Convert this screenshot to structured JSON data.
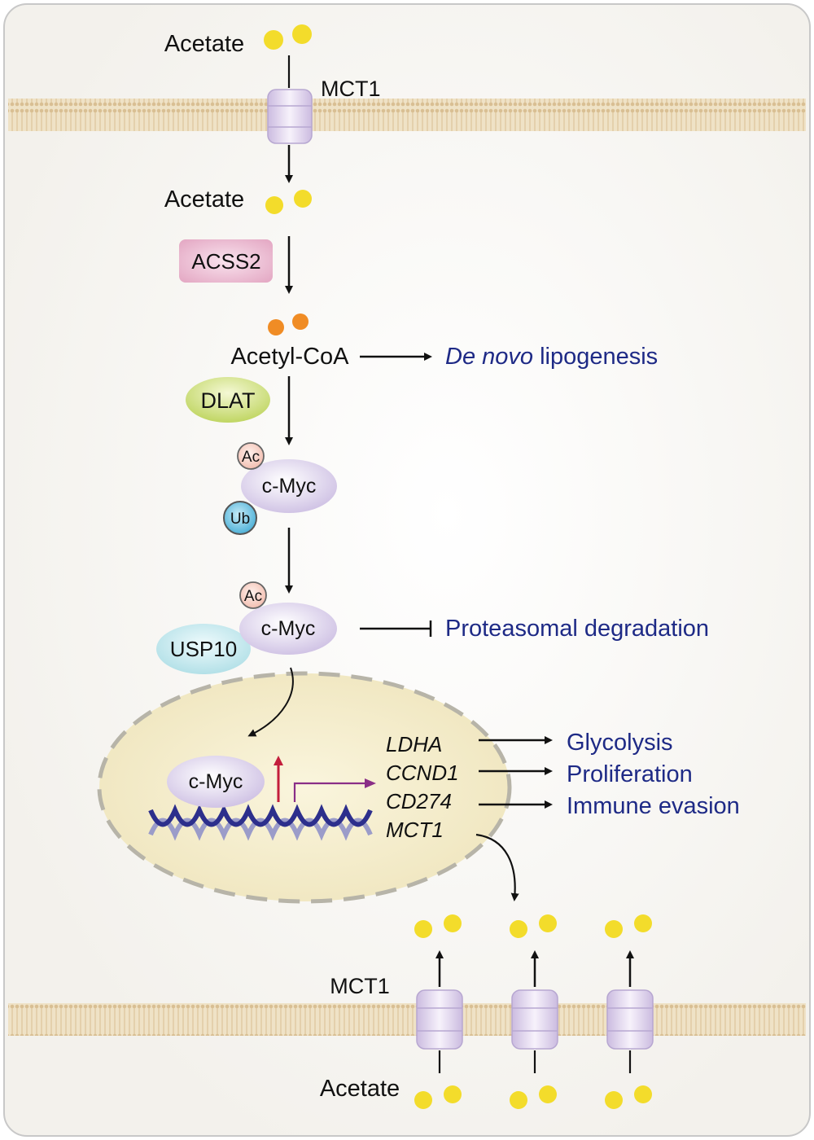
{
  "colors": {
    "membrane": "#e2cca6",
    "acetate_dot": "#f3dc2b",
    "acetyl_coa_dot": "#f08c25",
    "outcome_text": "#1e2a86",
    "transporter": "#d8cbe6",
    "nucleus_fill": "#f4ecc9",
    "nucleus_border": "#b7b4a8",
    "acss2_box": "#e9b5cc",
    "dlat_oval": "#cfe07d",
    "usp10_oval": "#bfe6ec",
    "ub_circle": "#6ec2df",
    "ac_circle": "#f7cfc4",
    "red_arrow": "#c31e3c",
    "purple_arrow": "#8a2e87",
    "dna_strand": "#2d2f8c"
  },
  "labels": {
    "acetate_top": "Acetate",
    "mct1_top": "MCT1",
    "acetate_mid": "Acetate",
    "acss2": "ACSS2",
    "acetyl_coa": "Acetyl-CoA",
    "lipogenesis_italic": "De novo",
    "lipogenesis_rest": " lipogenesis",
    "dlat": "DLAT",
    "ac_1": "Ac",
    "cmyc_1": "c-Myc",
    "ub": "Ub",
    "ac_2": "Ac",
    "cmyc_2": "c-Myc",
    "usp10": "USP10",
    "proteasomal": "Proteasomal degradation",
    "cmyc_nucleus": "c-Myc",
    "ldha": "LDHA",
    "ccnd1": "CCND1",
    "cd274": "CD274",
    "mct1_gene": "MCT1",
    "glycolysis": "Glycolysis",
    "proliferation": "Proliferation",
    "immune_evasion": "Immune evasion",
    "mct1_bottom": "MCT1",
    "acetate_bottom": "Acetate"
  }
}
